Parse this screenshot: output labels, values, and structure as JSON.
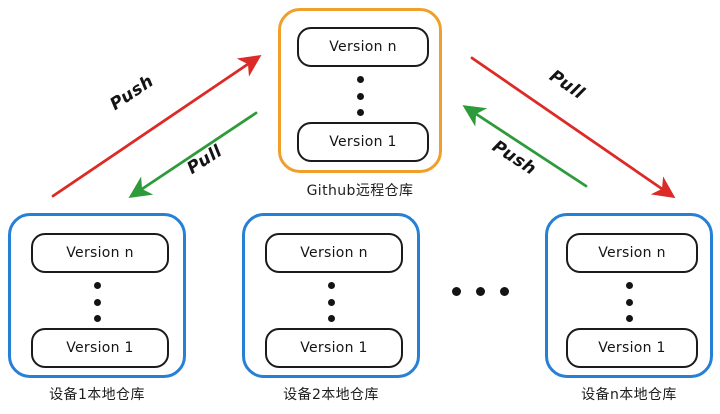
{
  "diagram": {
    "title": "Git push/pull between local repositories and the Github remote repository",
    "colors": {
      "remote_border": "#F0A02A",
      "local_border": "#2580D6",
      "push_left_arrow": "#DC2A26",
      "pull_left_arrow": "#2E9B3B",
      "pull_right_arrow": "#DC2A26",
      "push_right_arrow": "#2E9B3B",
      "card_border": "#1b1b1b",
      "text": "#141414",
      "background": "#ffffff"
    }
  },
  "remote": {
    "caption": "Github远程仓库",
    "versions": [
      {
        "label": "Version n"
      },
      {
        "label": "Version 1"
      }
    ],
    "ellipsis": "⋮"
  },
  "devices": [
    {
      "caption": "设备1本地仓库",
      "versions": [
        {
          "label": "Version n"
        },
        {
          "label": "Version 1"
        }
      ],
      "ellipsis": "⋮"
    },
    {
      "caption": "设备2本地仓库",
      "versions": [
        {
          "label": "Version n"
        },
        {
          "label": "Version 1"
        }
      ],
      "ellipsis": "⋮"
    },
    {
      "caption": "设备n本地仓库",
      "versions": [
        {
          "label": "Version n"
        },
        {
          "label": "Version 1"
        }
      ],
      "ellipsis": "⋮"
    }
  ],
  "devices_ellipsis": "• • •",
  "arrows": [
    {
      "label": "Push",
      "color": "#DC2A26",
      "direction": "device1-to-remote"
    },
    {
      "label": "Pull",
      "color": "#2E9B3B",
      "direction": "remote-to-device1"
    },
    {
      "label": "Pull",
      "color": "#DC2A26",
      "direction": "remote-to-devicen"
    },
    {
      "label": "Push",
      "color": "#2E9B3B",
      "direction": "devicen-to-remote"
    }
  ]
}
